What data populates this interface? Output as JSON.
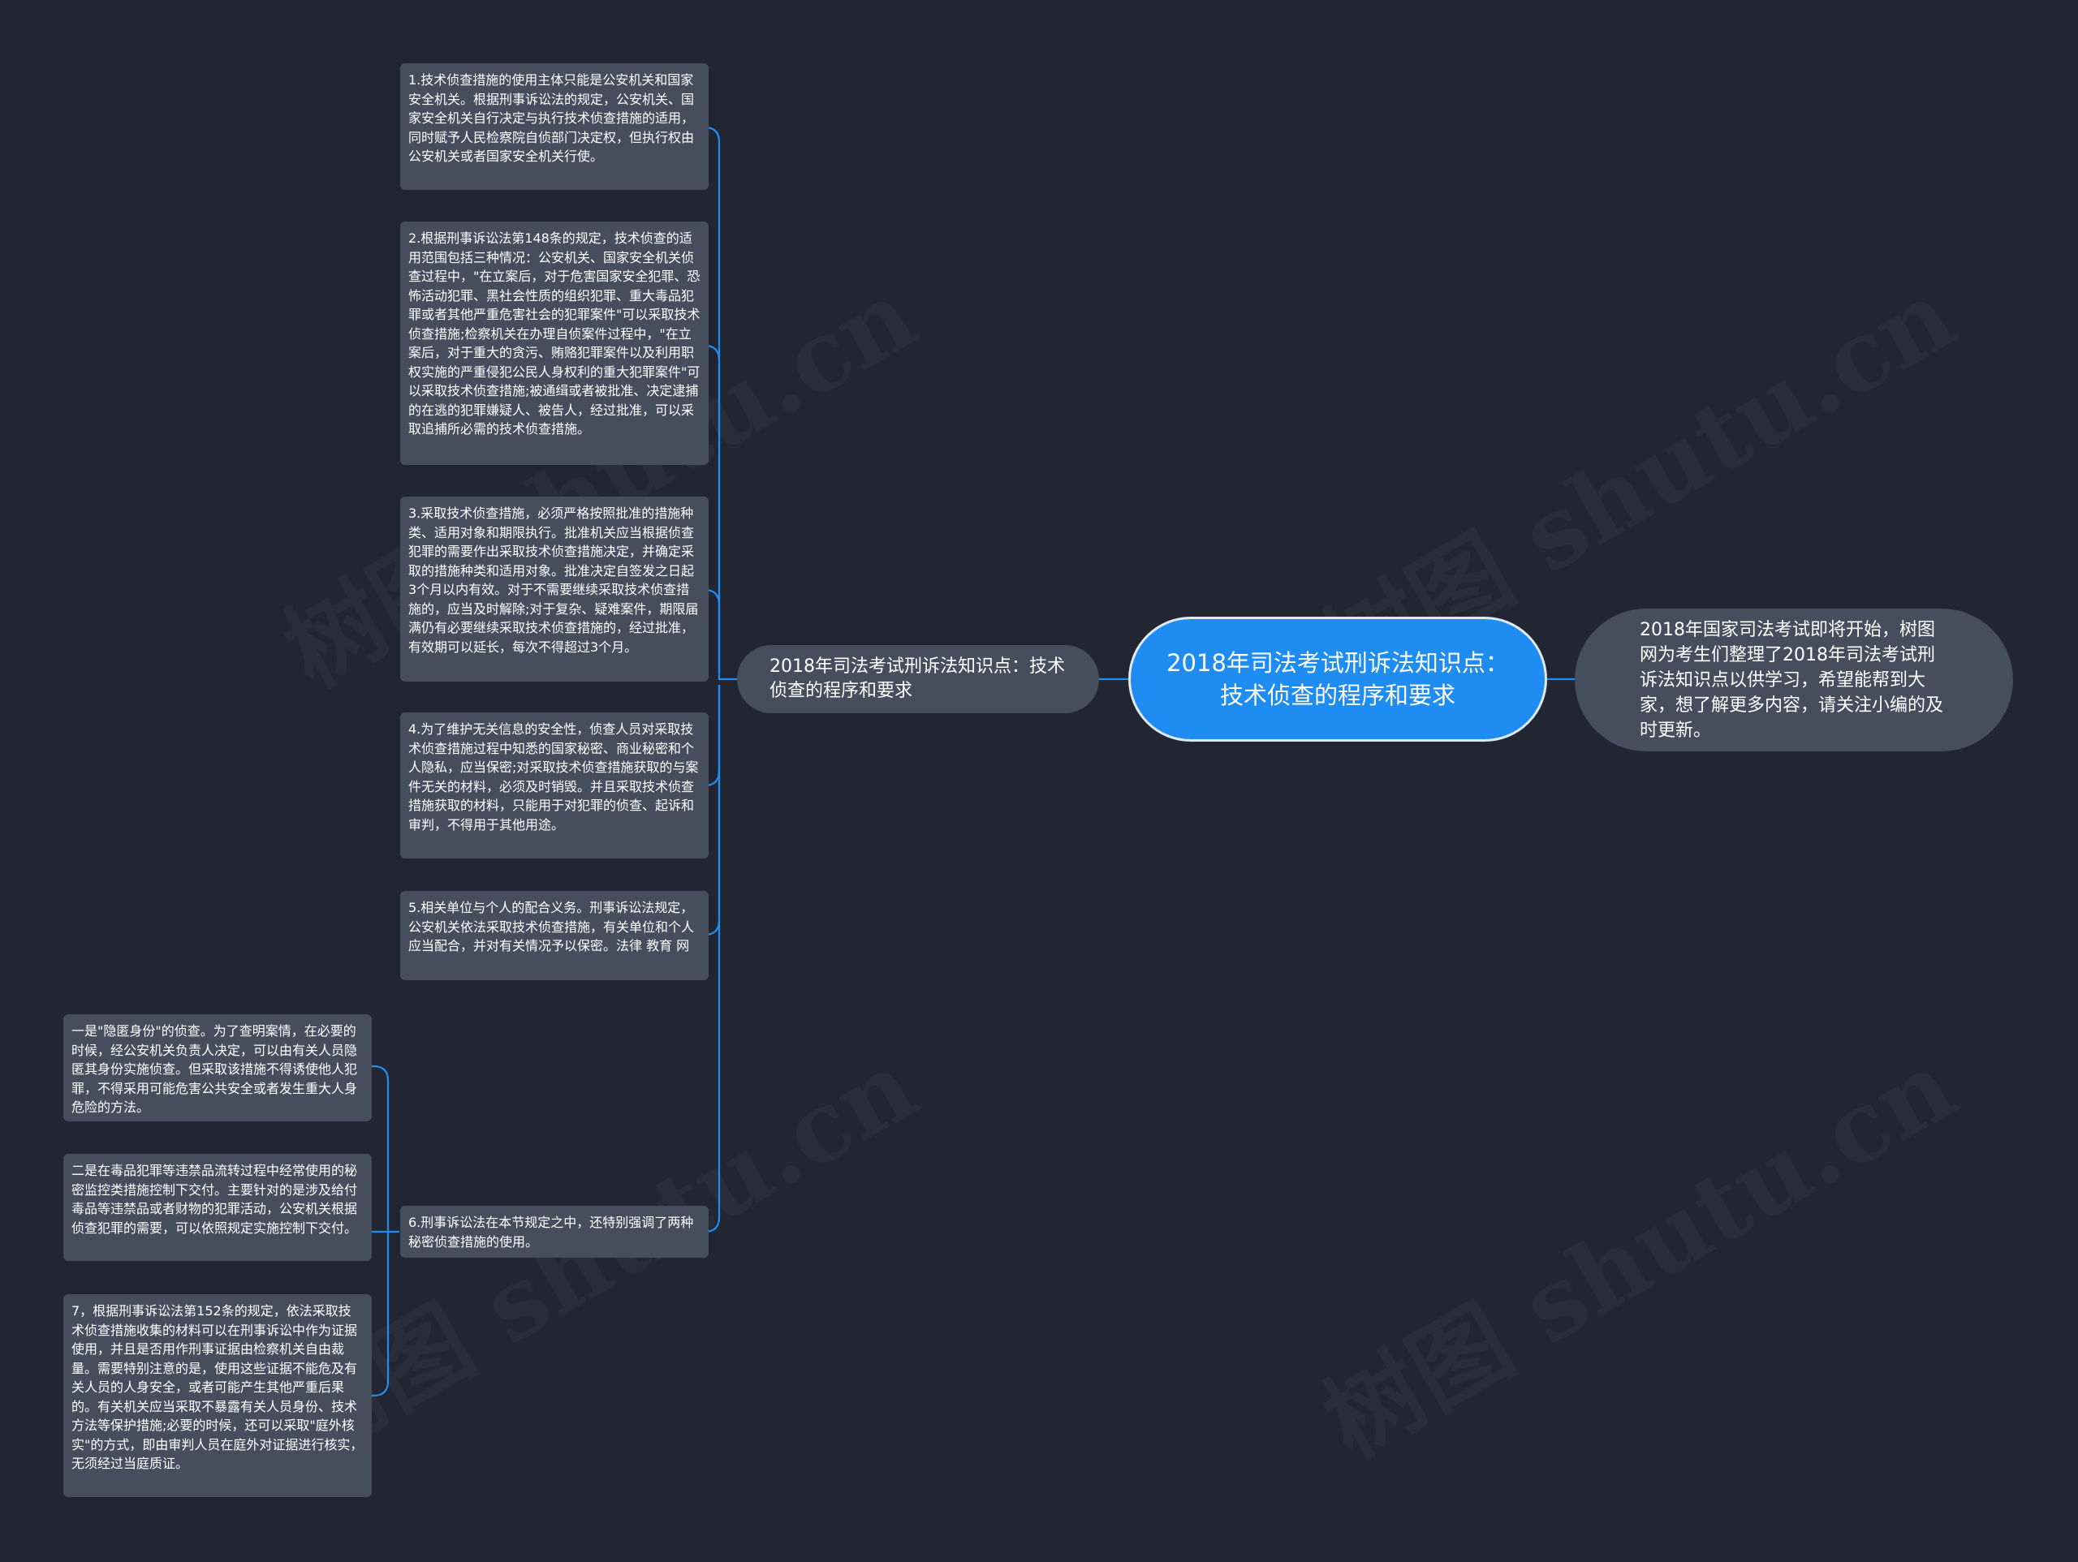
{
  "colors": {
    "background": "#222632",
    "root_fill": "#1e8cf0",
    "node_fill": "#464d5d",
    "link": "#1e8cf0"
  },
  "watermark": "树图 shutu.cn",
  "root": {
    "text": "2018年司法考试刑诉法知识点：技术侦查的程序和要求"
  },
  "summary": {
    "text": "2018年国家司法考试即将开始，树图网为考生们整理了2018年司法考试刑诉法知识点以供学习，希望能帮到大家，想了解更多内容，请关注小编的及时更新。"
  },
  "branch": {
    "text": "2018年司法考试刑诉法知识点：技术侦查的程序和要求"
  },
  "leaves": [
    "1.技术侦查措施的使用主体只能是公安机关和国家安全机关。根据刑事诉讼法的规定，公安机关、国家安全机关自行决定与执行技术侦查措施的适用，同时赋予人民检察院自侦部门决定权，但执行权由公安机关或者国家安全机关行使。",
    "2.根据刑事诉讼法第148条的规定，技术侦查的适用范围包括三种情况：公安机关、国家安全机关侦查过程中，\"在立案后，对于危害国家安全犯罪、恐怖活动犯罪、黑社会性质的组织犯罪、重大毒品犯罪或者其他严重危害社会的犯罪案件\"可以采取技术侦查措施;检察机关在办理自侦案件过程中，\"在立案后，对于重大的贪污、贿赂犯罪案件以及利用职权实施的严重侵犯公民人身权利的重大犯罪案件\"可以采取技术侦查措施;被通缉或者被批准、决定逮捕的在逃的犯罪嫌疑人、被告人，经过批准，可以采取追捕所必需的技术侦查措施。",
    "3.采取技术侦查措施，必须严格按照批准的措施种类、适用对象和期限执行。批准机关应当根据侦查犯罪的需要作出采取技术侦查措施决定，并确定采取的措施种类和适用对象。批准决定自签发之日起3个月以内有效。对于不需要继续采取技术侦查措施的，应当及时解除;对于复杂、疑难案件，期限届满仍有必要继续采取技术侦查措施的，经过批准，有效期可以延长，每次不得超过3个月。",
    "4.为了维护无关信息的安全性，侦查人员对采取技术侦查措施过程中知悉的国家秘密、商业秘密和个人隐私，应当保密;对采取技术侦查措施获取的与案件无关的材料，必须及时销毁。并且采取技术侦查措施获取的材料，只能用于对犯罪的侦查、起诉和审判，不得用于其他用途。",
    "5.相关单位与个人的配合义务。刑事诉讼法规定，公安机关依法采取技术侦查措施，有关单位和个人应当配合，并对有关情况予以保密。法律 教育 网",
    "6.刑事诉讼法在本节规定之中，还特别强调了两种秘密侦查措施的使用。"
  ],
  "subleaves": [
    "一是\"隐匿身份\"的侦查。为了查明案情，在必要的时候，经公安机关负责人决定，可以由有关人员隐匿其身份实施侦查。但采取该措施不得诱使他人犯罪，不得采用可能危害公共安全或者发生重大人身危险的方法。",
    "二是在毒品犯罪等违禁品流转过程中经常使用的秘密监控类措施控制下交付。主要针对的是涉及给付毒品等违禁品或者财物的犯罪活动，公安机关根据侦查犯罪的需要，可以依照规定实施控制下交付。",
    "7，根据刑事诉讼法第152条的规定，依法采取技术侦查措施收集的材料可以在刑事诉讼中作为证据使用，并且是否用作刑事证据由检察机关自由裁量。需要特别注意的是，使用这些证据不能危及有关人员的人身安全，或者可能产生其他严重后果的。有关机关应当采取不暴露有关人员身份、技术方法等保护措施;必要的时候，还可以采取\"庭外核实\"的方式，即由审判人员在庭外对证据进行核实，无须经过当庭质证。"
  ]
}
